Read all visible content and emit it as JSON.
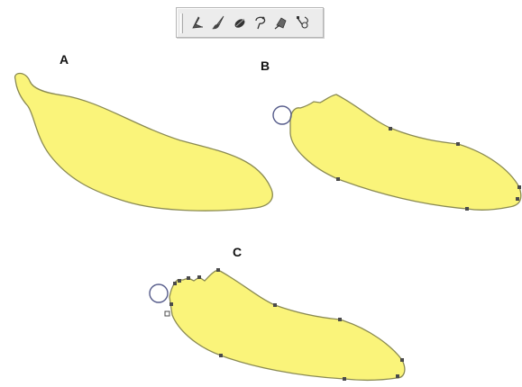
{
  "toolbar": {
    "tools": [
      {
        "name": "subselect-arrow-icon"
      },
      {
        "name": "brush-icon"
      },
      {
        "name": "smooth-blob-icon"
      },
      {
        "name": "lasso-icon"
      },
      {
        "name": "straighten-icon"
      },
      {
        "name": "pen-nodes-icon"
      }
    ]
  },
  "figures": [
    {
      "label": "A"
    },
    {
      "label": "B"
    },
    {
      "label": "C"
    }
  ],
  "colors": {
    "shape_fill": "#FAF47A",
    "shape_stroke": "#8a8a52",
    "node": "#4a4a4a",
    "cursor": "#555b8a",
    "label": "#111111"
  }
}
